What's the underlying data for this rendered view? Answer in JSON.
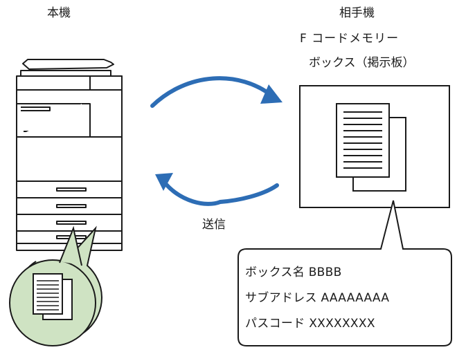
{
  "local_machine": {
    "label": "本機"
  },
  "remote_machine": {
    "name": "相手機",
    "line2": "F コードメモリー",
    "line3": "ボックス（掲示板）"
  },
  "arrows": {
    "send_label": "送信"
  },
  "callout": {
    "box_name": "ボックス名 BBBB",
    "sub_address": "サブアドレス AAAAAAAA",
    "passcode": "パスコード XXXXXXXX"
  },
  "colors": {
    "arrow": "#2d6db5",
    "bubble_fill": "#cfe3c3",
    "outline": "#1a1a1a"
  }
}
